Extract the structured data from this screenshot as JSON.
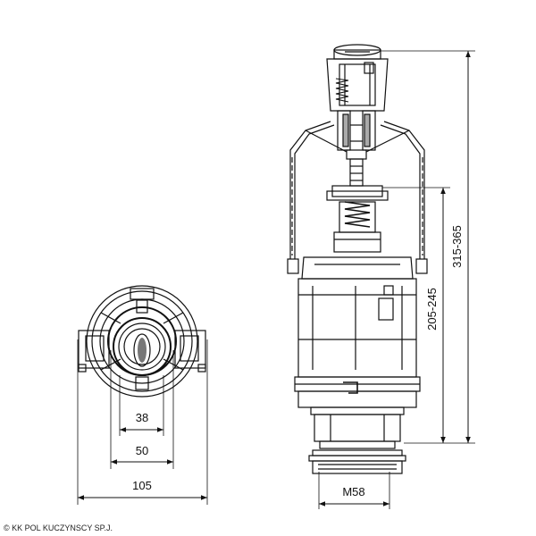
{
  "dimensions": {
    "inner_diameter": "38",
    "middle_diameter": "50",
    "outer_diameter": "105",
    "thread": "M58",
    "overall_height": "315-365",
    "tank_height": "205-245"
  },
  "copyright": "© KK POL KUCZYNSCY SP.J."
}
